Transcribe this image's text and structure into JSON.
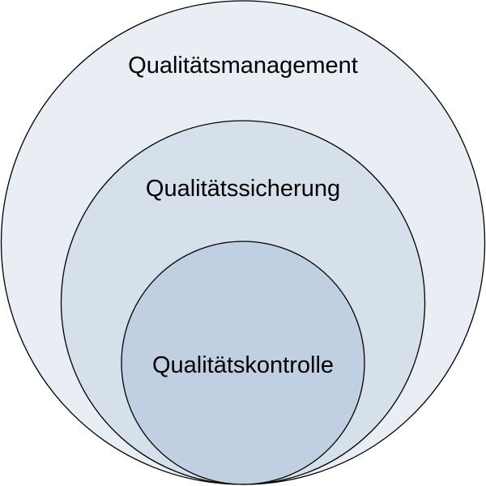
{
  "diagram": {
    "type": "nested-circles",
    "levels": [
      {
        "label": "Qualitätsmanagement",
        "fill": "#e9edf4"
      },
      {
        "label": "Qualitätssicherung",
        "fill": "#d6e0eb"
      },
      {
        "label": "Qualitätskontrolle",
        "fill": "#c0cfe2"
      }
    ],
    "stroke": "#000000"
  }
}
